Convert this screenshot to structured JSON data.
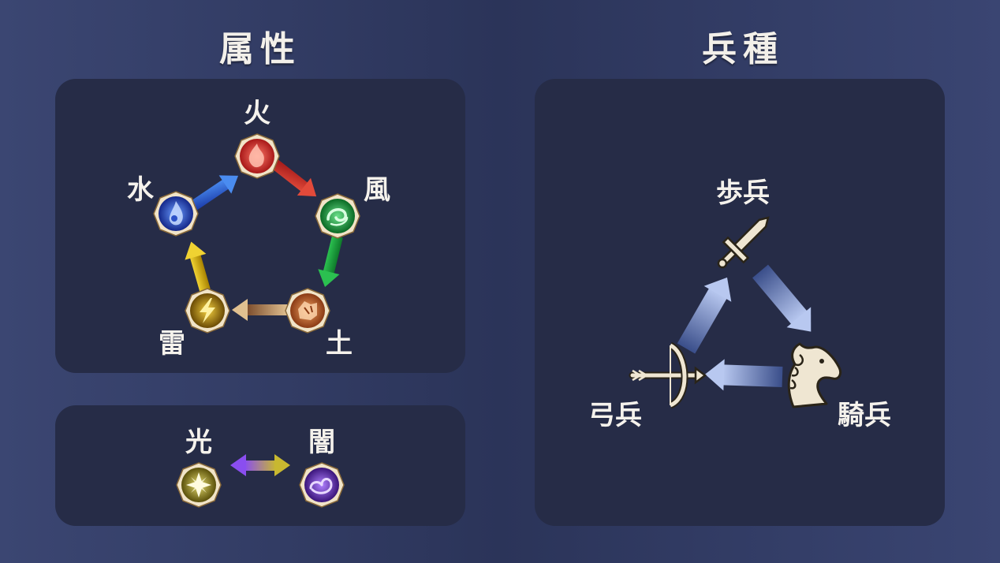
{
  "attribute": {
    "title": "属性",
    "elements": {
      "fire": "火",
      "wind": "風",
      "earth": "土",
      "thunder": "雷",
      "water": "水"
    },
    "light": "光",
    "dark": "闇"
  },
  "unit_type": {
    "title": "兵種",
    "infantry": "歩兵",
    "cavalry": "騎兵",
    "archer": "弓兵"
  },
  "colors": {
    "background": "#2e3760",
    "panel": "#262c47",
    "text": "#f5f2ec",
    "fire": "#d6322a",
    "wind": "#1c9a3c",
    "earth": "#c8642a",
    "thunder": "#c89a14",
    "water": "#2c52c8",
    "light": "#b8a630",
    "dark": "#7a3bd8"
  },
  "icons": {
    "fire": "fire-element-icon",
    "wind": "wind-element-icon",
    "earth": "earth-element-icon",
    "thunder": "thunder-element-icon",
    "water": "water-element-icon",
    "light": "light-element-icon",
    "dark": "dark-element-icon",
    "infantry": "sword-icon",
    "cavalry": "horse-head-icon",
    "archer": "crossbow-icon"
  }
}
